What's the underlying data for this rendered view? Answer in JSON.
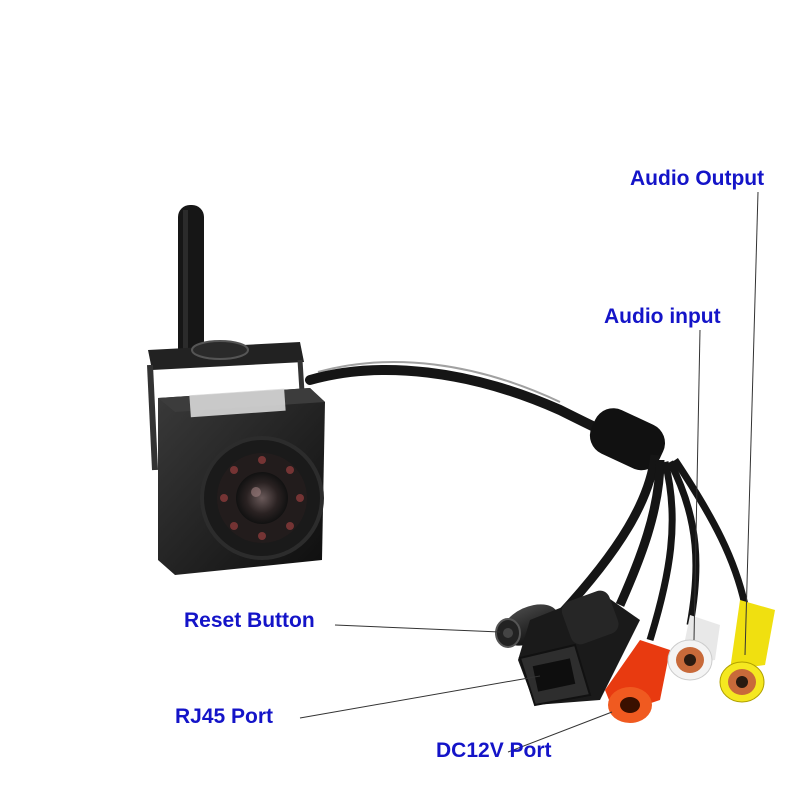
{
  "labels": {
    "audio_output": "Audio Output",
    "audio_input": "Audio input",
    "reset_button": "Reset Button",
    "rj45_port": "RJ45 Port",
    "dc12v_port": "DC12V Port"
  },
  "colors": {
    "label_text": "#1414c8",
    "camera_body": "#1c1c1c",
    "cable": "#151515",
    "rca_red": "#e83a10",
    "rca_white": "#eeeeee",
    "rca_yellow": "#f0e010",
    "background": "#ffffff"
  }
}
